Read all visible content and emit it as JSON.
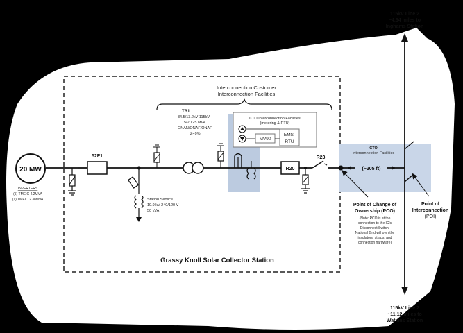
{
  "top_line": {
    "title": "115kV Line 2",
    "line1": "~4.34 miles to",
    "line2": "Inghams Station"
  },
  "bottom_line": {
    "title": "115kV Line 2",
    "line1": "~11.12 miles to",
    "line2": "Watkins Station"
  },
  "generator": {
    "label": "20 MW",
    "inverters_title": "INVERTERS",
    "inverters_line1": "(5) TMEIC 4.2MVA",
    "inverters_line2": "(1) TMEIC 2.38MVA"
  },
  "breaker_label": "52F1",
  "station_service": {
    "title": "Station Service",
    "line1": "19.9 kV-240/120 V",
    "line2": "50 kVA"
  },
  "transformer": {
    "id": "TB1",
    "line1": "34.5/13.2kV-115kV",
    "line2": "15/20/25 MVA",
    "line3": "ONAN/ONAF/ONAF",
    "line4": "Z=9%"
  },
  "interconnection_customer": {
    "line1": "Interconnection Customer",
    "line2": "Interconnection Facilities"
  },
  "cto_facilities": {
    "line1": "CTO Interconnection Facilities",
    "line2": "(metering & RTU)"
  },
  "mv90_label": "MV90",
  "ems_rtu": {
    "line1": "EMS-",
    "line2": "RTU"
  },
  "recloser_label": "R20",
  "switch_label": "R23",
  "cto_right": {
    "line1": "CTO",
    "line2": "Interconnection Facilities",
    "distance": "(~205 ft)"
  },
  "pco": {
    "line1": "Point of Change of",
    "line2": "Ownership (PCO)",
    "note1": "(Note: PCO is at the",
    "note2": "connection to the IC's",
    "note3": "Disconnect Switch.",
    "note4": "National Grid will own the",
    "note5": "insulators, straps, and",
    "note6": "connection hardware)"
  },
  "poi": {
    "line1": "Point of",
    "line2": "Interconnection",
    "line3": "(POI)"
  },
  "station_name": "Grassy Knoll Solar Collector Station"
}
